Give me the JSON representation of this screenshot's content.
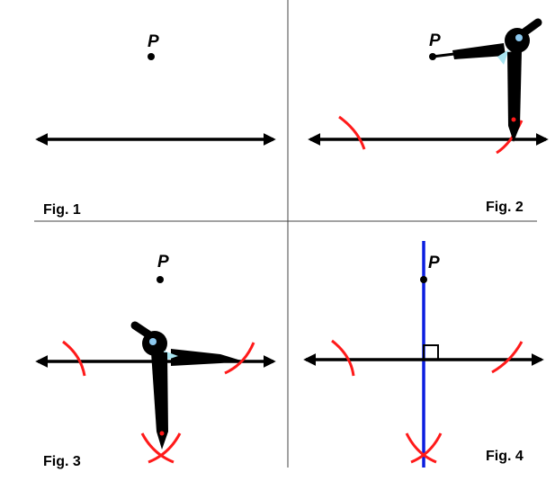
{
  "point_label": "P",
  "figures": [
    {
      "label": "Fig. 1"
    },
    {
      "label": "Fig. 2"
    },
    {
      "label": "Fig. 3"
    },
    {
      "label": "Fig. 4"
    }
  ],
  "colors": {
    "arc": "#ff1a1a",
    "perpendicular": "#0a1ee0",
    "compass": "#000000",
    "compass_accent": "#a8e4f0"
  }
}
